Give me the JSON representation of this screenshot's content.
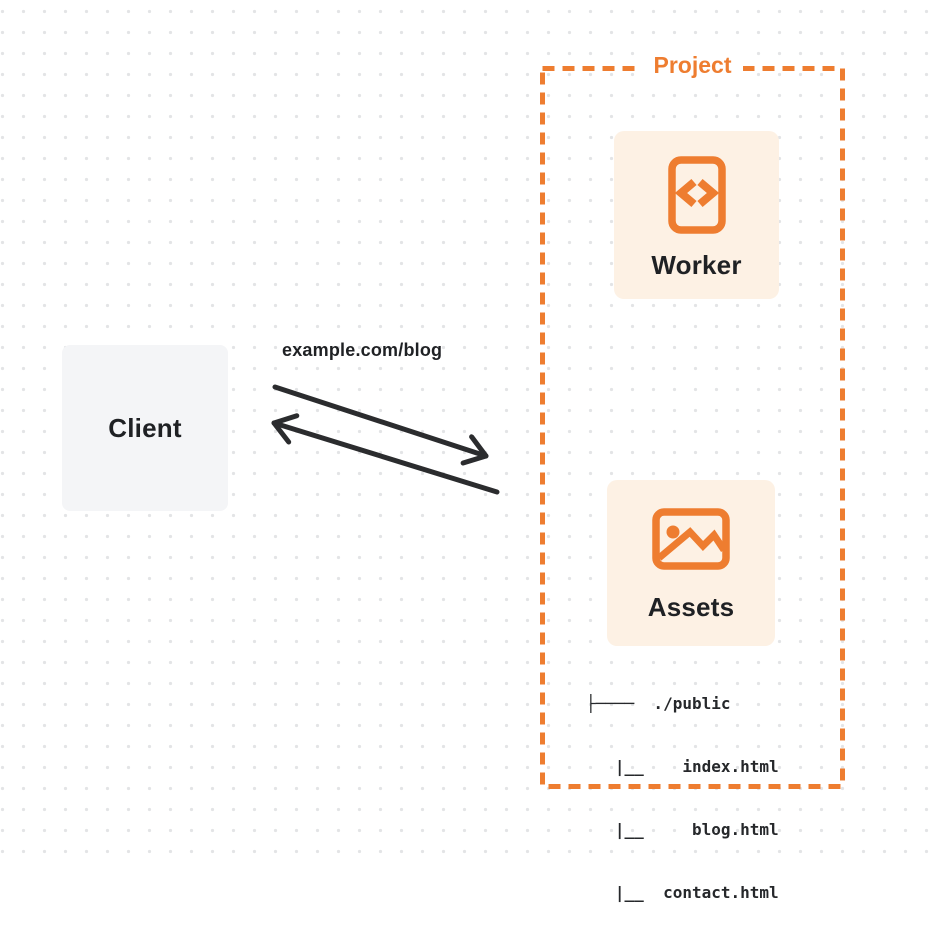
{
  "diagram": {
    "client": {
      "label": "Client"
    },
    "request": {
      "url_label": "example.com/blog"
    },
    "project": {
      "title": "Project",
      "worker_card": {
        "title": "Worker",
        "icon": "code-file-icon"
      },
      "assets_card": {
        "title": "Assets",
        "icon": "image-icon"
      },
      "file_tree_lines": [
        "├────  ./public",
        "   |__    index.html",
        "   |__     blog.html",
        "   |__  contact.html"
      ]
    },
    "colors": {
      "accent_orange": "#ee7d30",
      "card_background": "#fdf1e4",
      "client_background": "#f4f5f7",
      "text_dark": "#1f2124",
      "arrow_dark": "#2b2c2e"
    }
  }
}
